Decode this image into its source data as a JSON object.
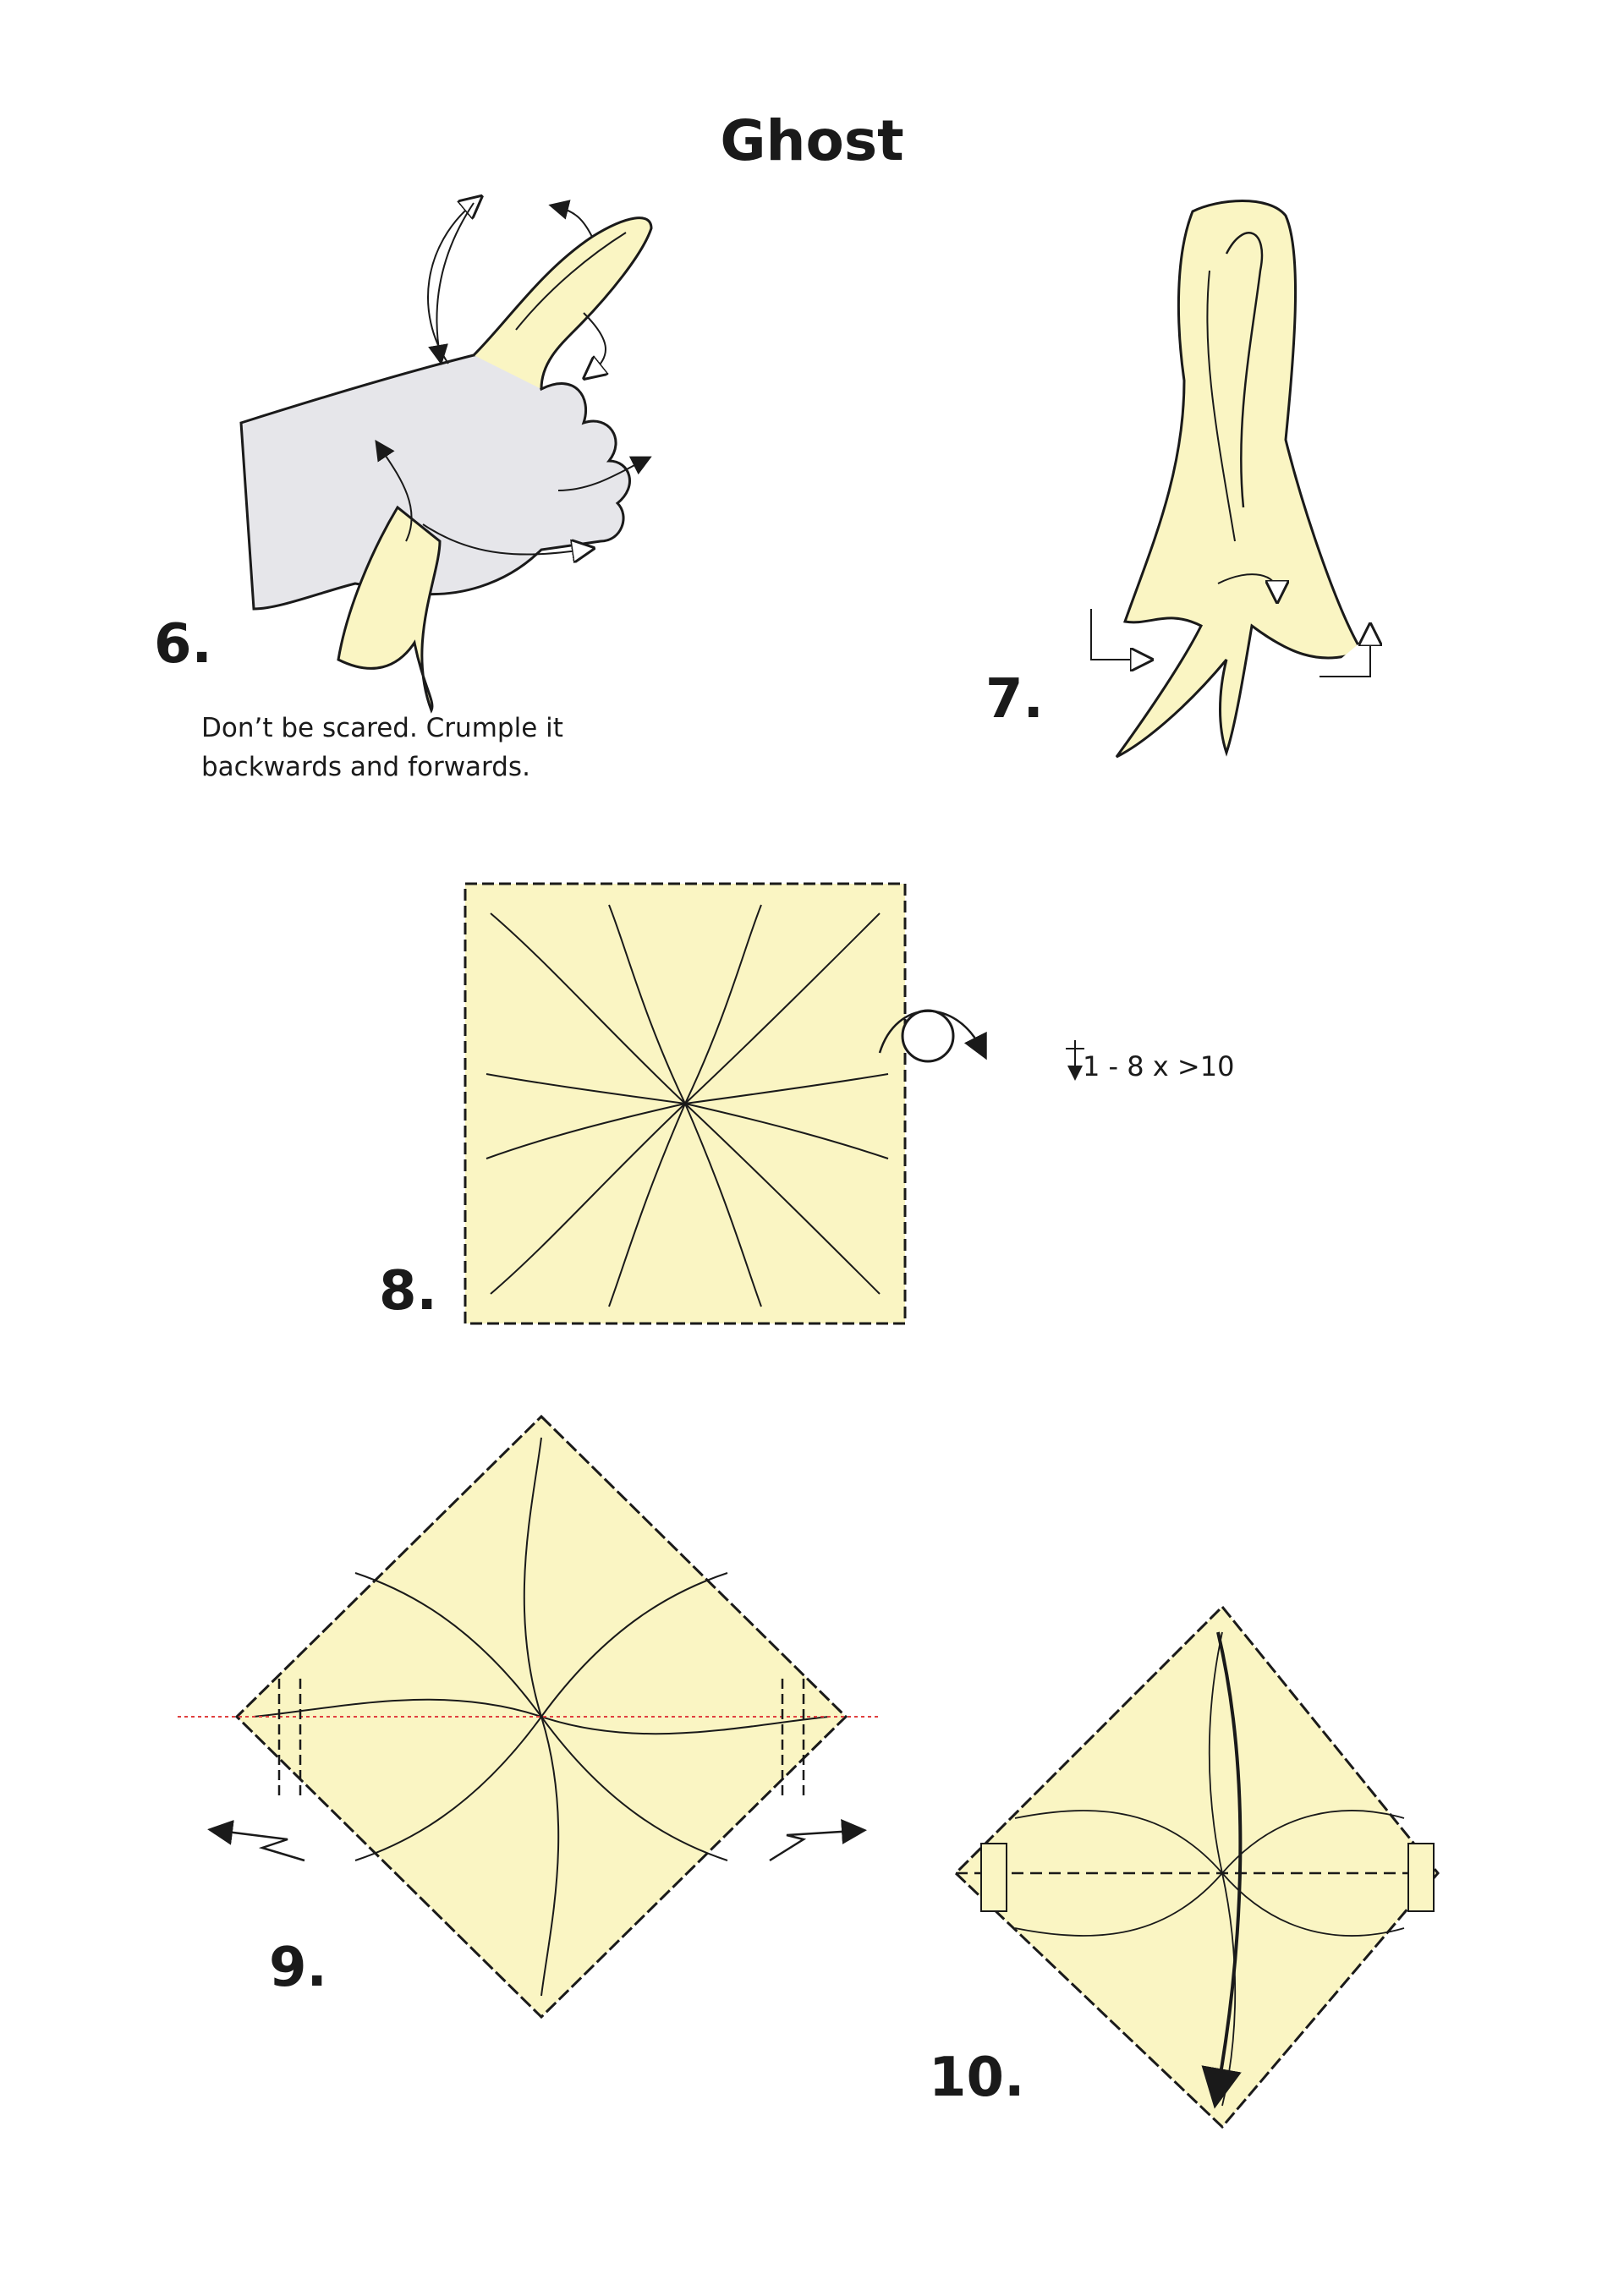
{
  "title": "Ghost",
  "steps": [
    {
      "number": "6.",
      "caption_lines": [
        "Don’t be scared. Crumple it",
        "backwards and forwards."
      ]
    },
    {
      "number": "7."
    },
    {
      "number": "8.",
      "repeat_note": "1 - 8 x >10"
    },
    {
      "number": "9."
    },
    {
      "number": "10."
    }
  ],
  "colors": {
    "paper": "#faf5c3",
    "hand": "#e6e6ea",
    "ink": "#1a1a1a",
    "crease_line": "#e04040"
  },
  "icons": [
    "hand-crumple-illustration",
    "twist-arrow-icon",
    "turn-over-icon",
    "repeat-arrow-icon",
    "pull-arrow-icon",
    "fold-down-arrow-icon"
  ]
}
